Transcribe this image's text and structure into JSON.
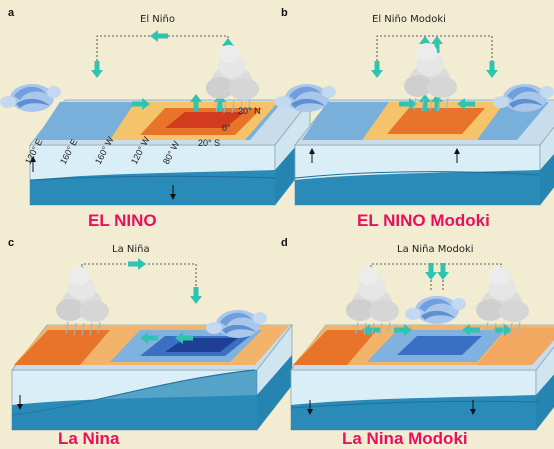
{
  "colors": {
    "background": "#f2ecd2",
    "caption": "#e8105e",
    "arrow": "#2fc4b0",
    "warm": "#e8742a",
    "cool": "#3a6fc4",
    "ocean_side": "#d9eef6",
    "thermocline": "#2a8ab8"
  },
  "panels": [
    {
      "letter": "a",
      "title": "El Niño",
      "caption": "EL NINO",
      "coords": {
        "lat_n": "20° N",
        "lat_eq": "0°",
        "lat_s": "20° S",
        "lon_1": "120° E",
        "lon_2": "160° E",
        "lon_3": "160° W",
        "lon_4": "120° W",
        "lon_5": "80° W"
      }
    },
    {
      "letter": "b",
      "title": "El Niño Modoki",
      "caption": "EL NINO Modoki"
    },
    {
      "letter": "c",
      "title": "La Niña",
      "caption": "La Nina"
    },
    {
      "letter": "d",
      "title": "La Niña Modoki",
      "caption": "La Nina Modoki"
    }
  ],
  "icons": {
    "cloud": "storm-cloud-icon",
    "wind": "wind-swirl-icon",
    "arrow": "circulation-arrow-icon"
  }
}
